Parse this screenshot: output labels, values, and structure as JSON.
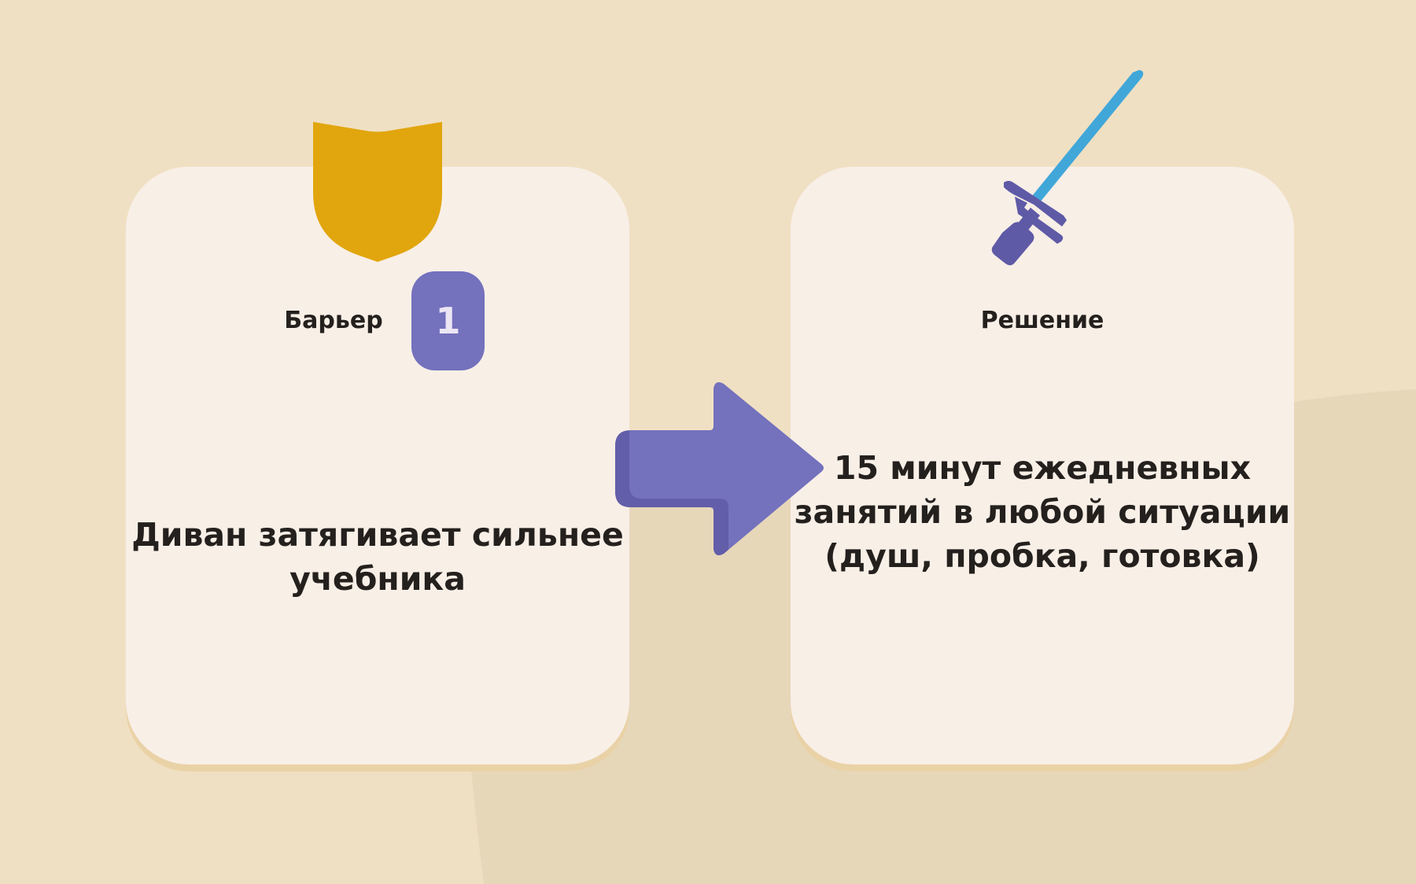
{
  "colors": {
    "background": "#f0e0c3",
    "background_shape": "#e7d7b9",
    "card": "#f8efe7",
    "card_shadow": "#ead2a7",
    "accent_purple": "#7471bd",
    "purple_dark": "#5f5aa6",
    "shield_gold": "#e1a60d",
    "sword_blade": "#41a7d9",
    "text": "#24201d"
  },
  "barrier_card": {
    "label": "Барьер",
    "number": "1",
    "text": "Диван затягивает сильнее учебника",
    "icon": "shield-icon"
  },
  "arrow": {
    "icon": "right-arrow-icon"
  },
  "solution_card": {
    "label": "Решение",
    "text": "15 минут ежедневных занятий в любой ситуации (душ, пробка, готовка)",
    "icon": "sword-icon"
  }
}
